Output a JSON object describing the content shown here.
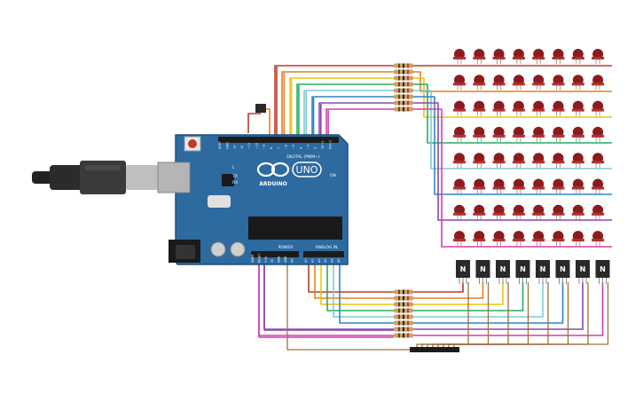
{
  "board": {
    "logo_text": "UNO",
    "brand": "ARDUINO",
    "digital_label": "DIGITAL (PWM~)",
    "power_label": "POWER",
    "analog_label": "ANALOG IN",
    "on_label": "ON",
    "tx_label": "TX",
    "rx_label": "RX",
    "l_label": "L",
    "digital_pins": [
      "AREF",
      "GND",
      "13",
      "12",
      "~11",
      "~10",
      "~9",
      "8",
      "7",
      "~6",
      "~5",
      "4",
      "~3",
      "2",
      "TX→1",
      "RX←0"
    ],
    "power_pins": [
      "IOREF",
      "RESET",
      "3.3V",
      "5V",
      "GND",
      "GND",
      "Vin"
    ],
    "analog_pins": [
      "A0",
      "A1",
      "A2",
      "A3",
      "A4",
      "A5"
    ]
  },
  "components": {
    "transistor_label": "N",
    "transistor_count": 8,
    "led_rows": 8,
    "led_cols": 8
  },
  "colors": {
    "board": "#2c6aa0",
    "board_edge": "#1e4f7c",
    "led": "#8c1c1c",
    "led_highlight": "#b23030",
    "transistor": "#2a2a2a",
    "resistor": "#c8a36a",
    "wires": [
      "#c0392b",
      "#e67e22",
      "#f1c40f",
      "#27ae60",
      "#7ecbd3",
      "#2e86c1",
      "#8e44ad",
      "#d33fb0"
    ],
    "brown_wire": "#a0703c"
  }
}
